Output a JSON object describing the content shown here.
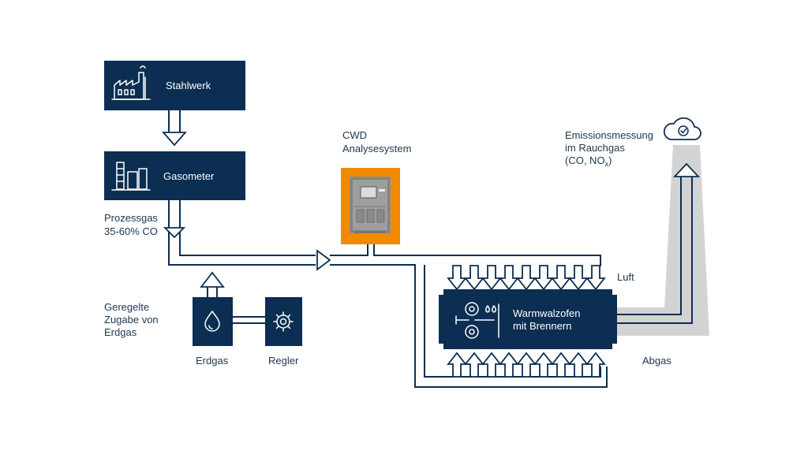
{
  "labels": {
    "stahlwerk": "Stahlwerk",
    "gasometer": "Gasometer",
    "prozessgas_line1": "Prozessgas",
    "prozessgas_line2": "35-60% CO",
    "cwd_line1": "CWD",
    "cwd_line2": "Analysesystem",
    "emission_line1": "Emissionsmessung",
    "emission_line2": "im Rauchgas",
    "emission_line3_pre": "(CO, NO",
    "emission_line3_sub": "x",
    "emission_line3_post": ")",
    "geregelte_line1": "Geregelte",
    "geregelte_line2": "Zugabe von",
    "geregelte_line3": "Erdgas",
    "erdgas": "Erdgas",
    "regler": "Regler",
    "ofen_line1": "Warmwalzofen",
    "ofen_line2": "mit Brennern",
    "luft": "Luft",
    "abgas": "Abgas"
  },
  "colors": {
    "navy": "#0b2e52",
    "text": "#1e3651",
    "orange": "#f28a00",
    "chimney": "#d3d3d3"
  },
  "icons": {
    "stahlwerk": "factory-icon",
    "gasometer": "gas-tank-icon",
    "erdgas": "drop-icon",
    "regler": "gear-icon",
    "ofen": "rolling-mill-icon",
    "emission": "cloud-check-icon"
  }
}
